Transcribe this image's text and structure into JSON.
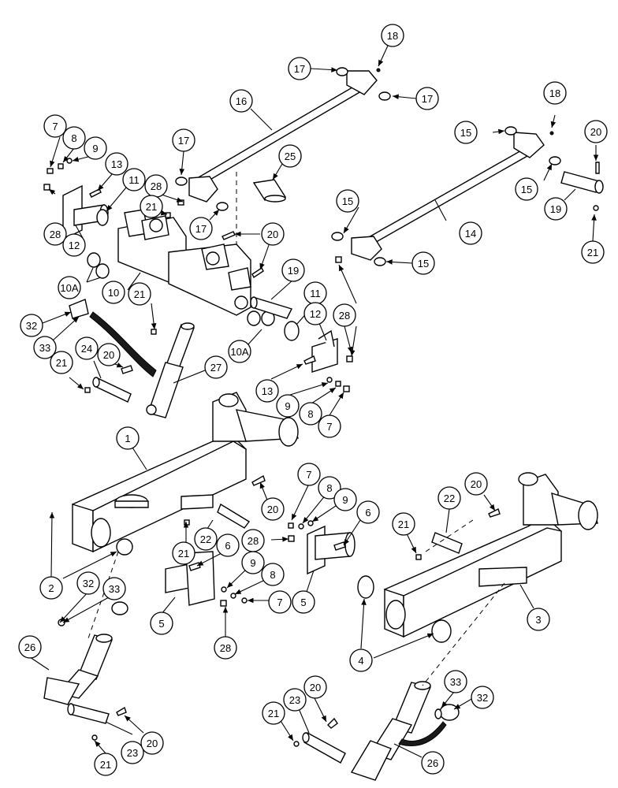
{
  "callouts": [
    "1",
    "2",
    "3",
    "4",
    "5",
    "6",
    "7",
    "8",
    "9",
    "10",
    "10A",
    "11",
    "12",
    "13",
    "14",
    "15",
    "16",
    "17",
    "18",
    "19",
    "20",
    "21",
    "22",
    "23",
    "24",
    "25",
    "26",
    "27",
    "28",
    "32",
    "33"
  ]
}
